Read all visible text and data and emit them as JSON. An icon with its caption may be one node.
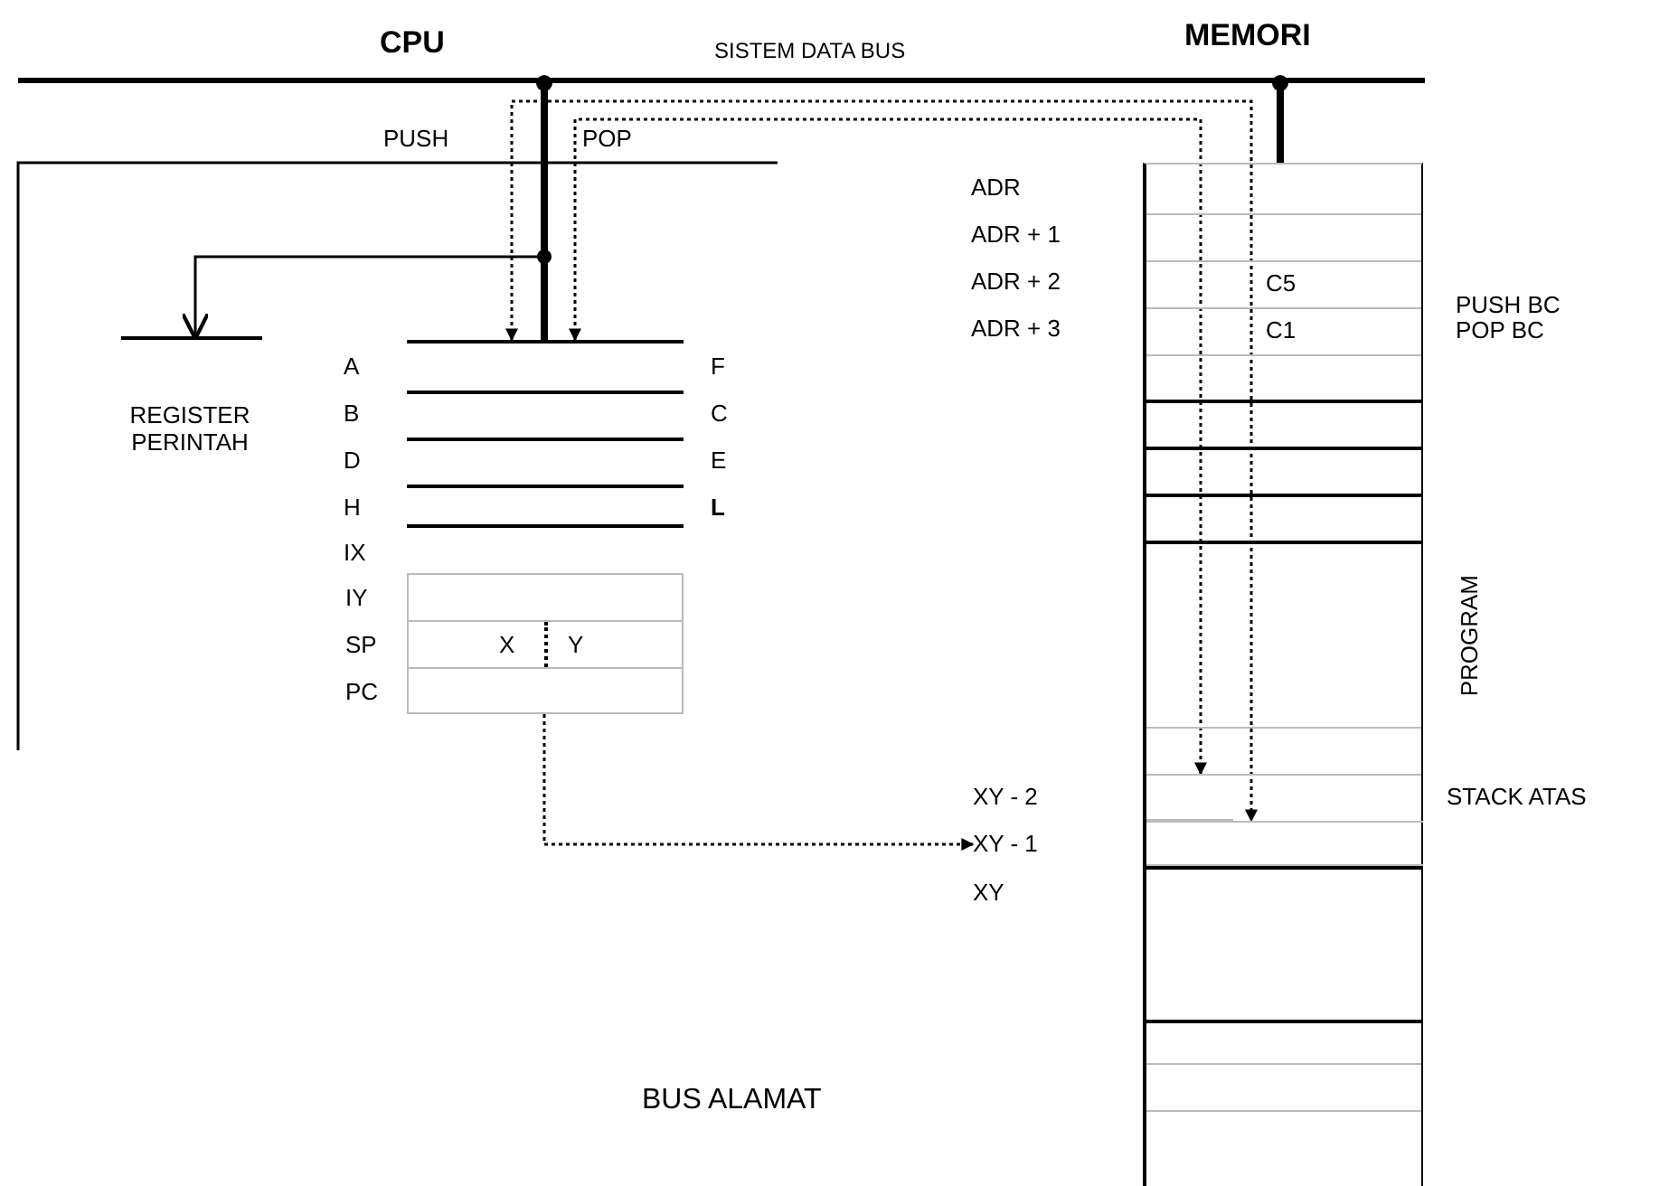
{
  "diagram": {
    "nodes": [
      {
        "text": [],
        "shape": "box"
      },
      {
        "text": [
          "SISTEM DATA BUS"
        ]
      },
      {
        "text": [
          "REGISTER PERINTAH"
        ]
      },
      {
        "text": [
          "A",
          "F",
          "B",
          "C",
          "D",
          "E",
          "H",
          "L"
        ]
      },
      {
        "text": [
          "IY",
          "SP",
          "X",
          "Y",
          "PC"
        ]
      },
      {
        "text": [
          "C5"
        ],
        "in": 0
      },
      {
        "text": [
          "C1"
        ],
        "in": 0
      },
      {
        "text": [],
        "shape": "box",
        "in": 0
      },
      {
        "text": [],
        "shape": "box",
        "in": 0
      },
      {
        "text": [
          "XY - 1"
        ]
      }
    ],
    "edges": [
      {
        "from": 1,
        "to": 0,
        "arrow": "other",
        "style": "thick"
      },
      {
        "from": 1,
        "to": 2,
        "arrow": "to"
      },
      {
        "from": 1,
        "to": 3,
        "arrow": "other",
        "style": "thick"
      },
      {
        "from": 3,
        "to": 8,
        "arrow": "both",
        "style": "dashed"
      },
      {
        "from": 3,
        "to": 7,
        "arrow": "both",
        "style": "dashed"
      },
      {
        "from": 4,
        "to": 9,
        "arrow": "to",
        "style": "dashed"
      }
    ],
    "labels": [
      "CPU",
      "MEMORI",
      "PUSH",
      "POP",
      "IX",
      "ADR",
      "ADR + 1",
      "ADR + 2",
      "ADR + 3",
      "PUSH BC",
      "POP BC",
      "PROGRAM",
      "XY - 2",
      "STACK ATAS",
      "XY",
      "BUS ALAMAT"
    ]
  }
}
